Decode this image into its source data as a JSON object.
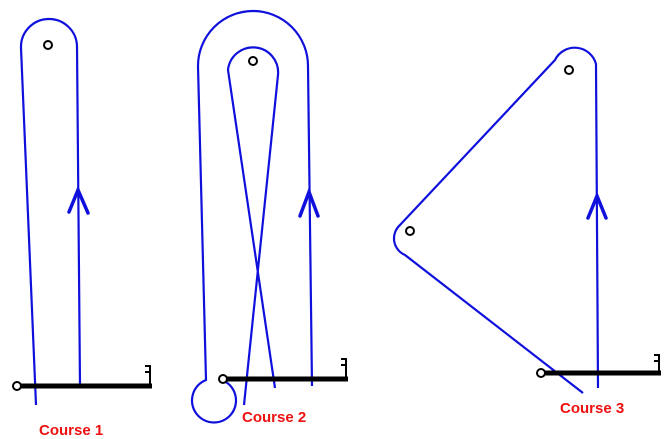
{
  "colors": {
    "course_line": "#1010dd",
    "start_line": "#000000",
    "label": "#ee1111",
    "mark": "#000000",
    "background": "#ffffff"
  },
  "courses": [
    {
      "label": "Course 1"
    },
    {
      "label": "Course 2"
    },
    {
      "label": "Course 3"
    }
  ],
  "icons": {
    "mark": "circle-icon",
    "flag": "flag-icon",
    "direction": "arrow-up-icon"
  }
}
